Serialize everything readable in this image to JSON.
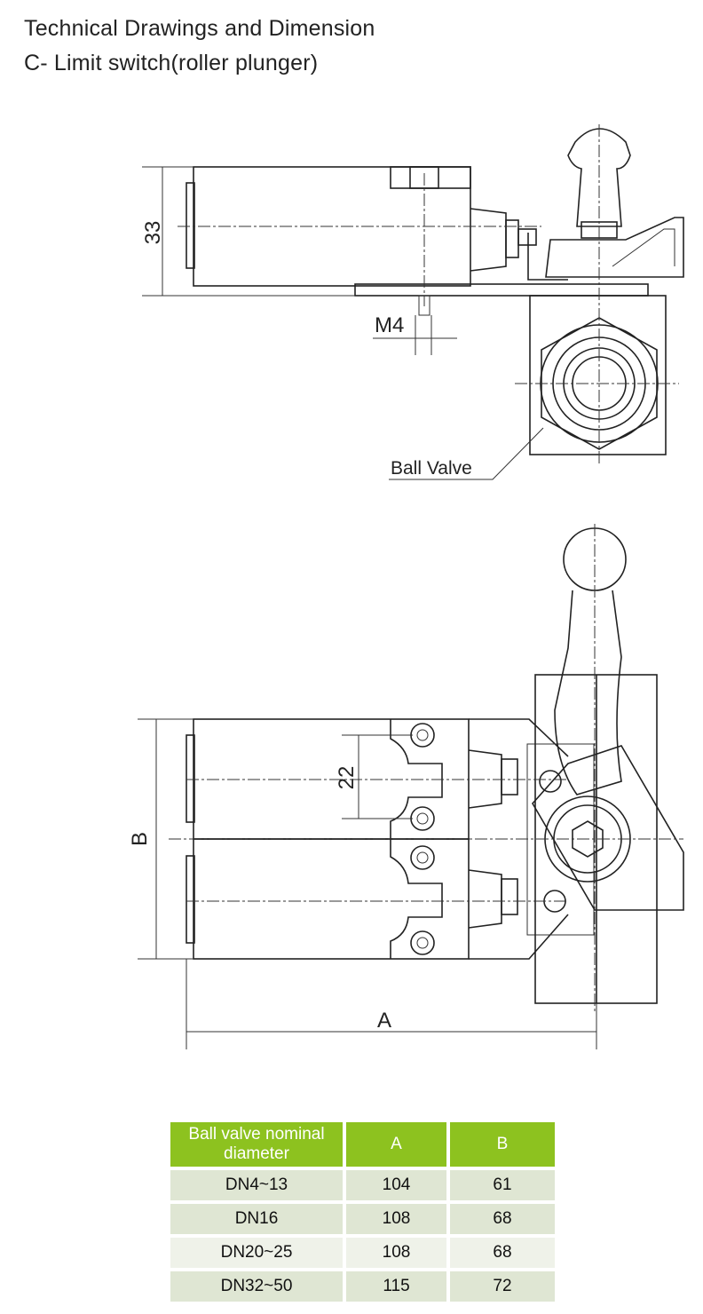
{
  "heading": {
    "line1": "Technical Drawings and Dimension",
    "line2": "C- Limit switch(roller plunger)"
  },
  "drawing_top": {
    "dim_height": "33",
    "dim_thread": "M4",
    "callout": "Ball Valve"
  },
  "drawing_bottom": {
    "dim_spacing": "22",
    "dim_b": "B",
    "dim_a": "A"
  },
  "table": {
    "headers": [
      "Ball valve nominal diameter",
      "A",
      "B"
    ],
    "rows": [
      [
        "DN4~13",
        "104",
        "61"
      ],
      [
        "DN16",
        "108",
        "68"
      ],
      [
        "DN20~25",
        "108",
        "68"
      ],
      [
        "DN32~50",
        "115",
        "72"
      ]
    ],
    "header_color": "#8dc21f",
    "row_color": "#dfe6d3"
  }
}
